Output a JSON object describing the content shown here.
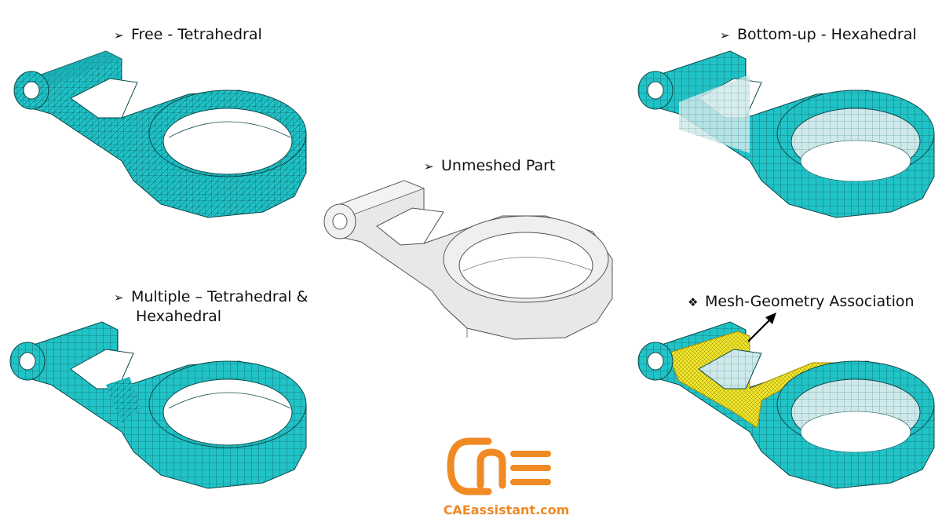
{
  "labels": {
    "free_tet": "Free - Tetrahedral",
    "bottom_up_hex": "Bottom-up - Hexahedral",
    "unmeshed": "Unmeshed Part",
    "multiple_line1": "Multiple – Tetrahedral &",
    "multiple_line2": "Hexahedral",
    "mesh_geom": "Mesh-Geometry Association"
  },
  "bullets": {
    "arrow": "➢",
    "diamond": "❖"
  },
  "logo": {
    "text": "CAEassistant.com"
  },
  "colors": {
    "mesh_fill": "#20c2c6",
    "mesh_line": "#0b4a4c",
    "unmeshed_fill": "#e6e6e6",
    "highlight": "#f5e52a",
    "logo_orange": "#f08a24"
  }
}
